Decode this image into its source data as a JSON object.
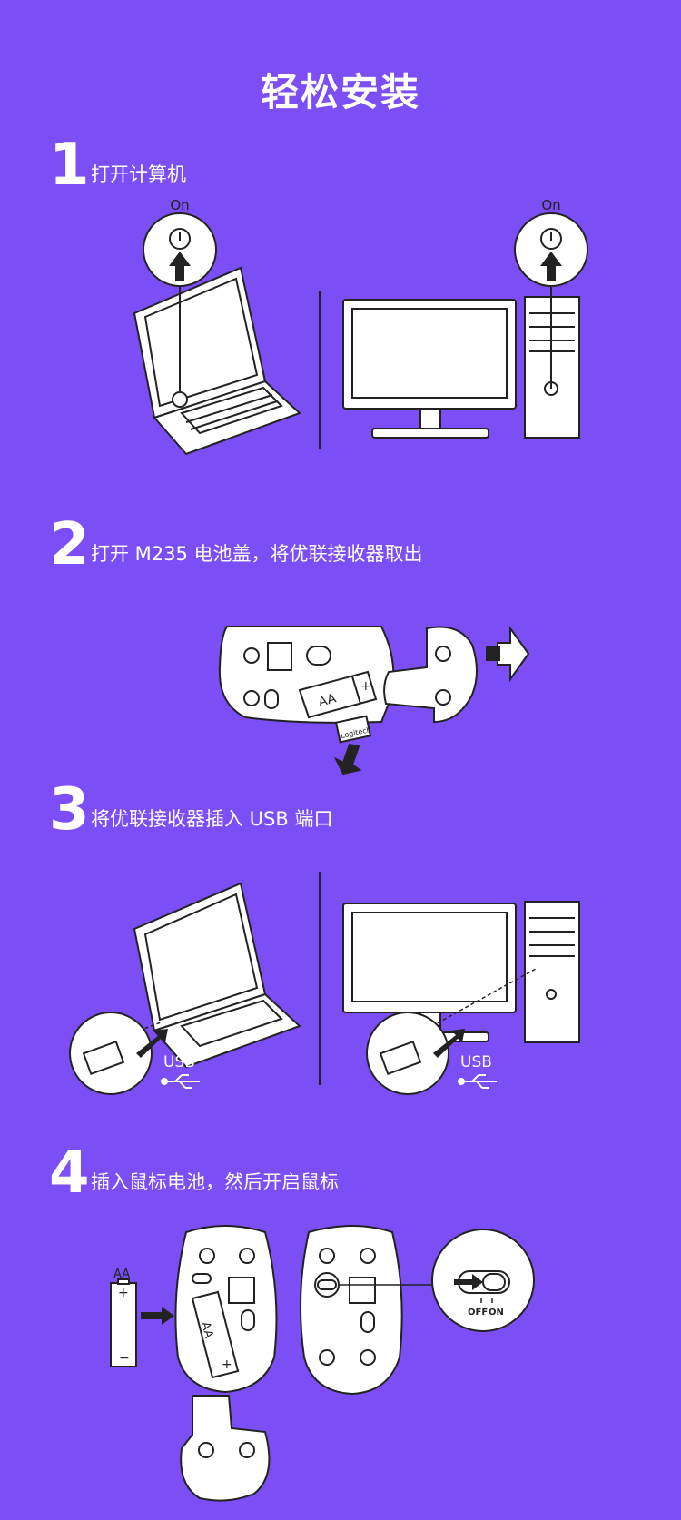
{
  "title": "轻松安装",
  "steps": [
    {
      "number": "1",
      "text": "打开计算机"
    },
    {
      "number": "2",
      "text": "打开 M235 电池盖，将优联接收器取出"
    },
    {
      "number": "3",
      "text": "将优联接收器插入 USB 端口"
    },
    {
      "number": "4",
      "text": "插入鼠标电池，然后开启鼠标"
    }
  ],
  "labels": {
    "on": "On",
    "aa": "AA",
    "plus": "+",
    "minus": "−",
    "usb": "USB",
    "off": "OFF",
    "on_switch": "ON",
    "logitech": "Logitech"
  },
  "colors": {
    "background": "#7b4ef6",
    "line": "#222222",
    "fill": "#ffffff"
  }
}
